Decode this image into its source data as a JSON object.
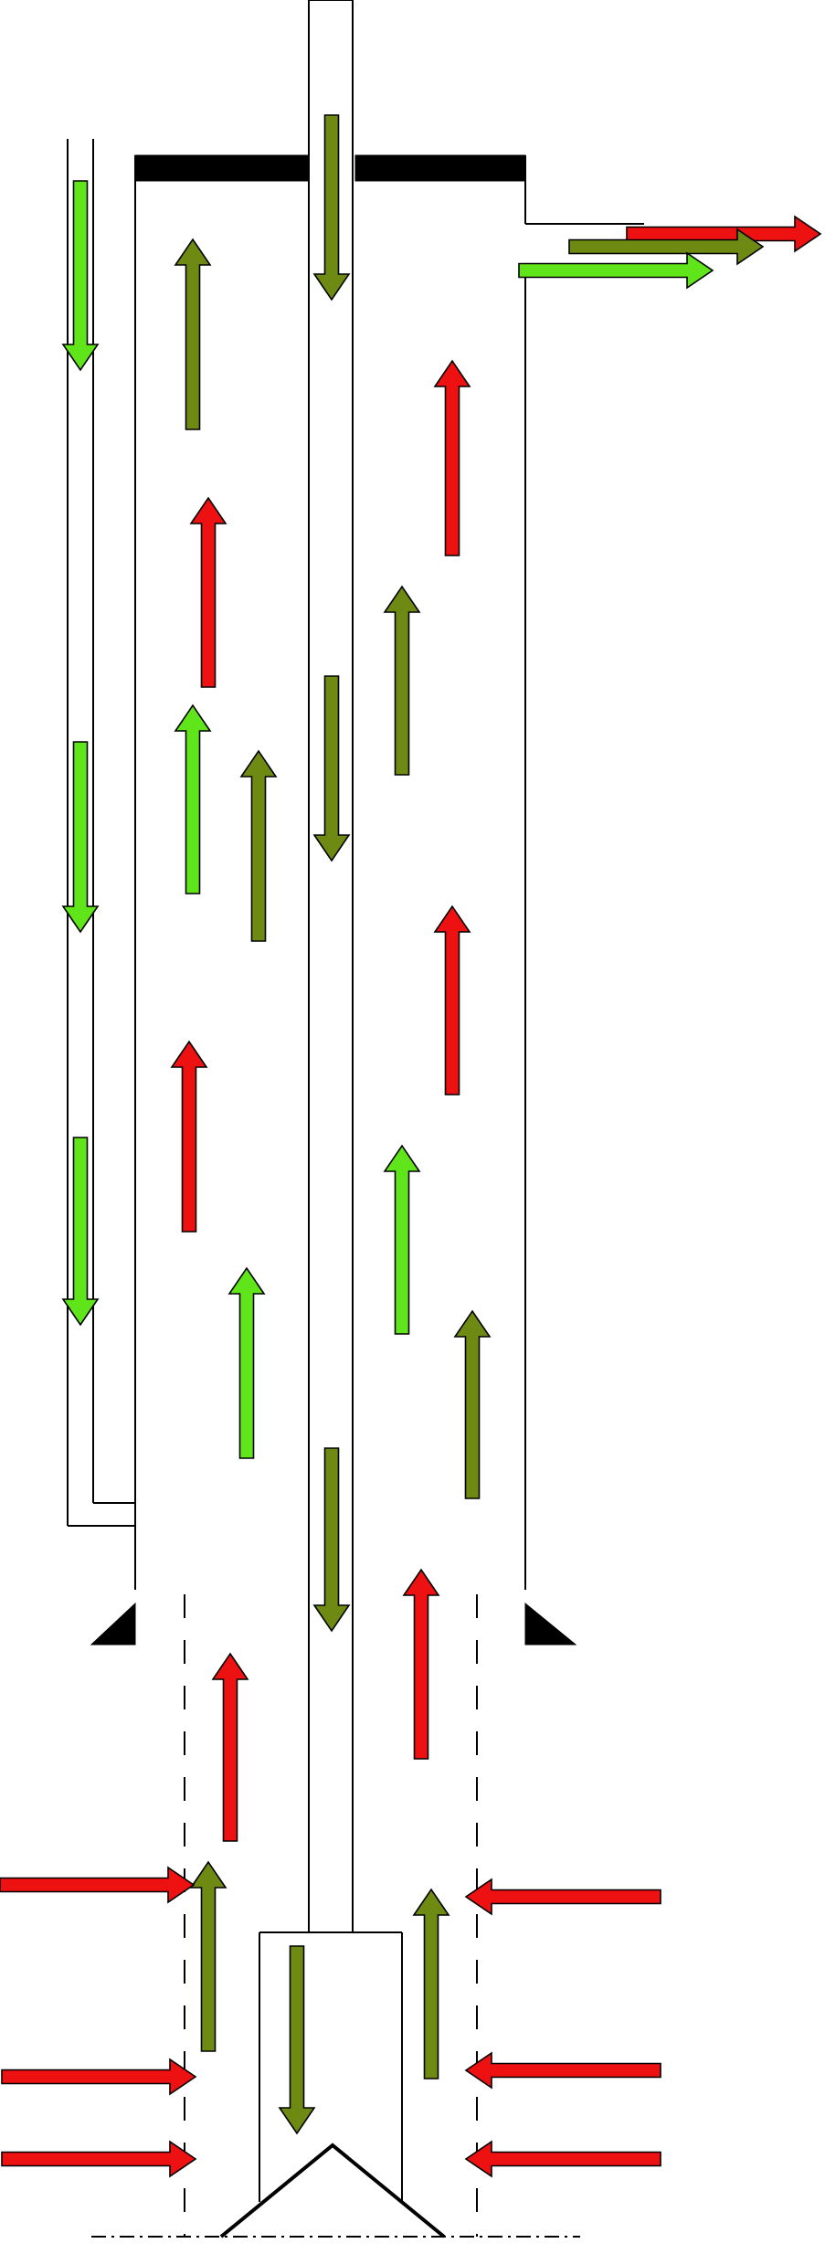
{
  "diagram": {
    "colors": {
      "red": "#ee1111",
      "olive": "#6e8a12",
      "green": "#5fe51a",
      "outline": "#000000",
      "fill_dark": "#000000",
      "background": "#ffffff"
    },
    "arrow_legend": {
      "red": "red-flow-arrow",
      "olive": "olive-flow-arrow",
      "green": "green-flow-arrow"
    }
  }
}
